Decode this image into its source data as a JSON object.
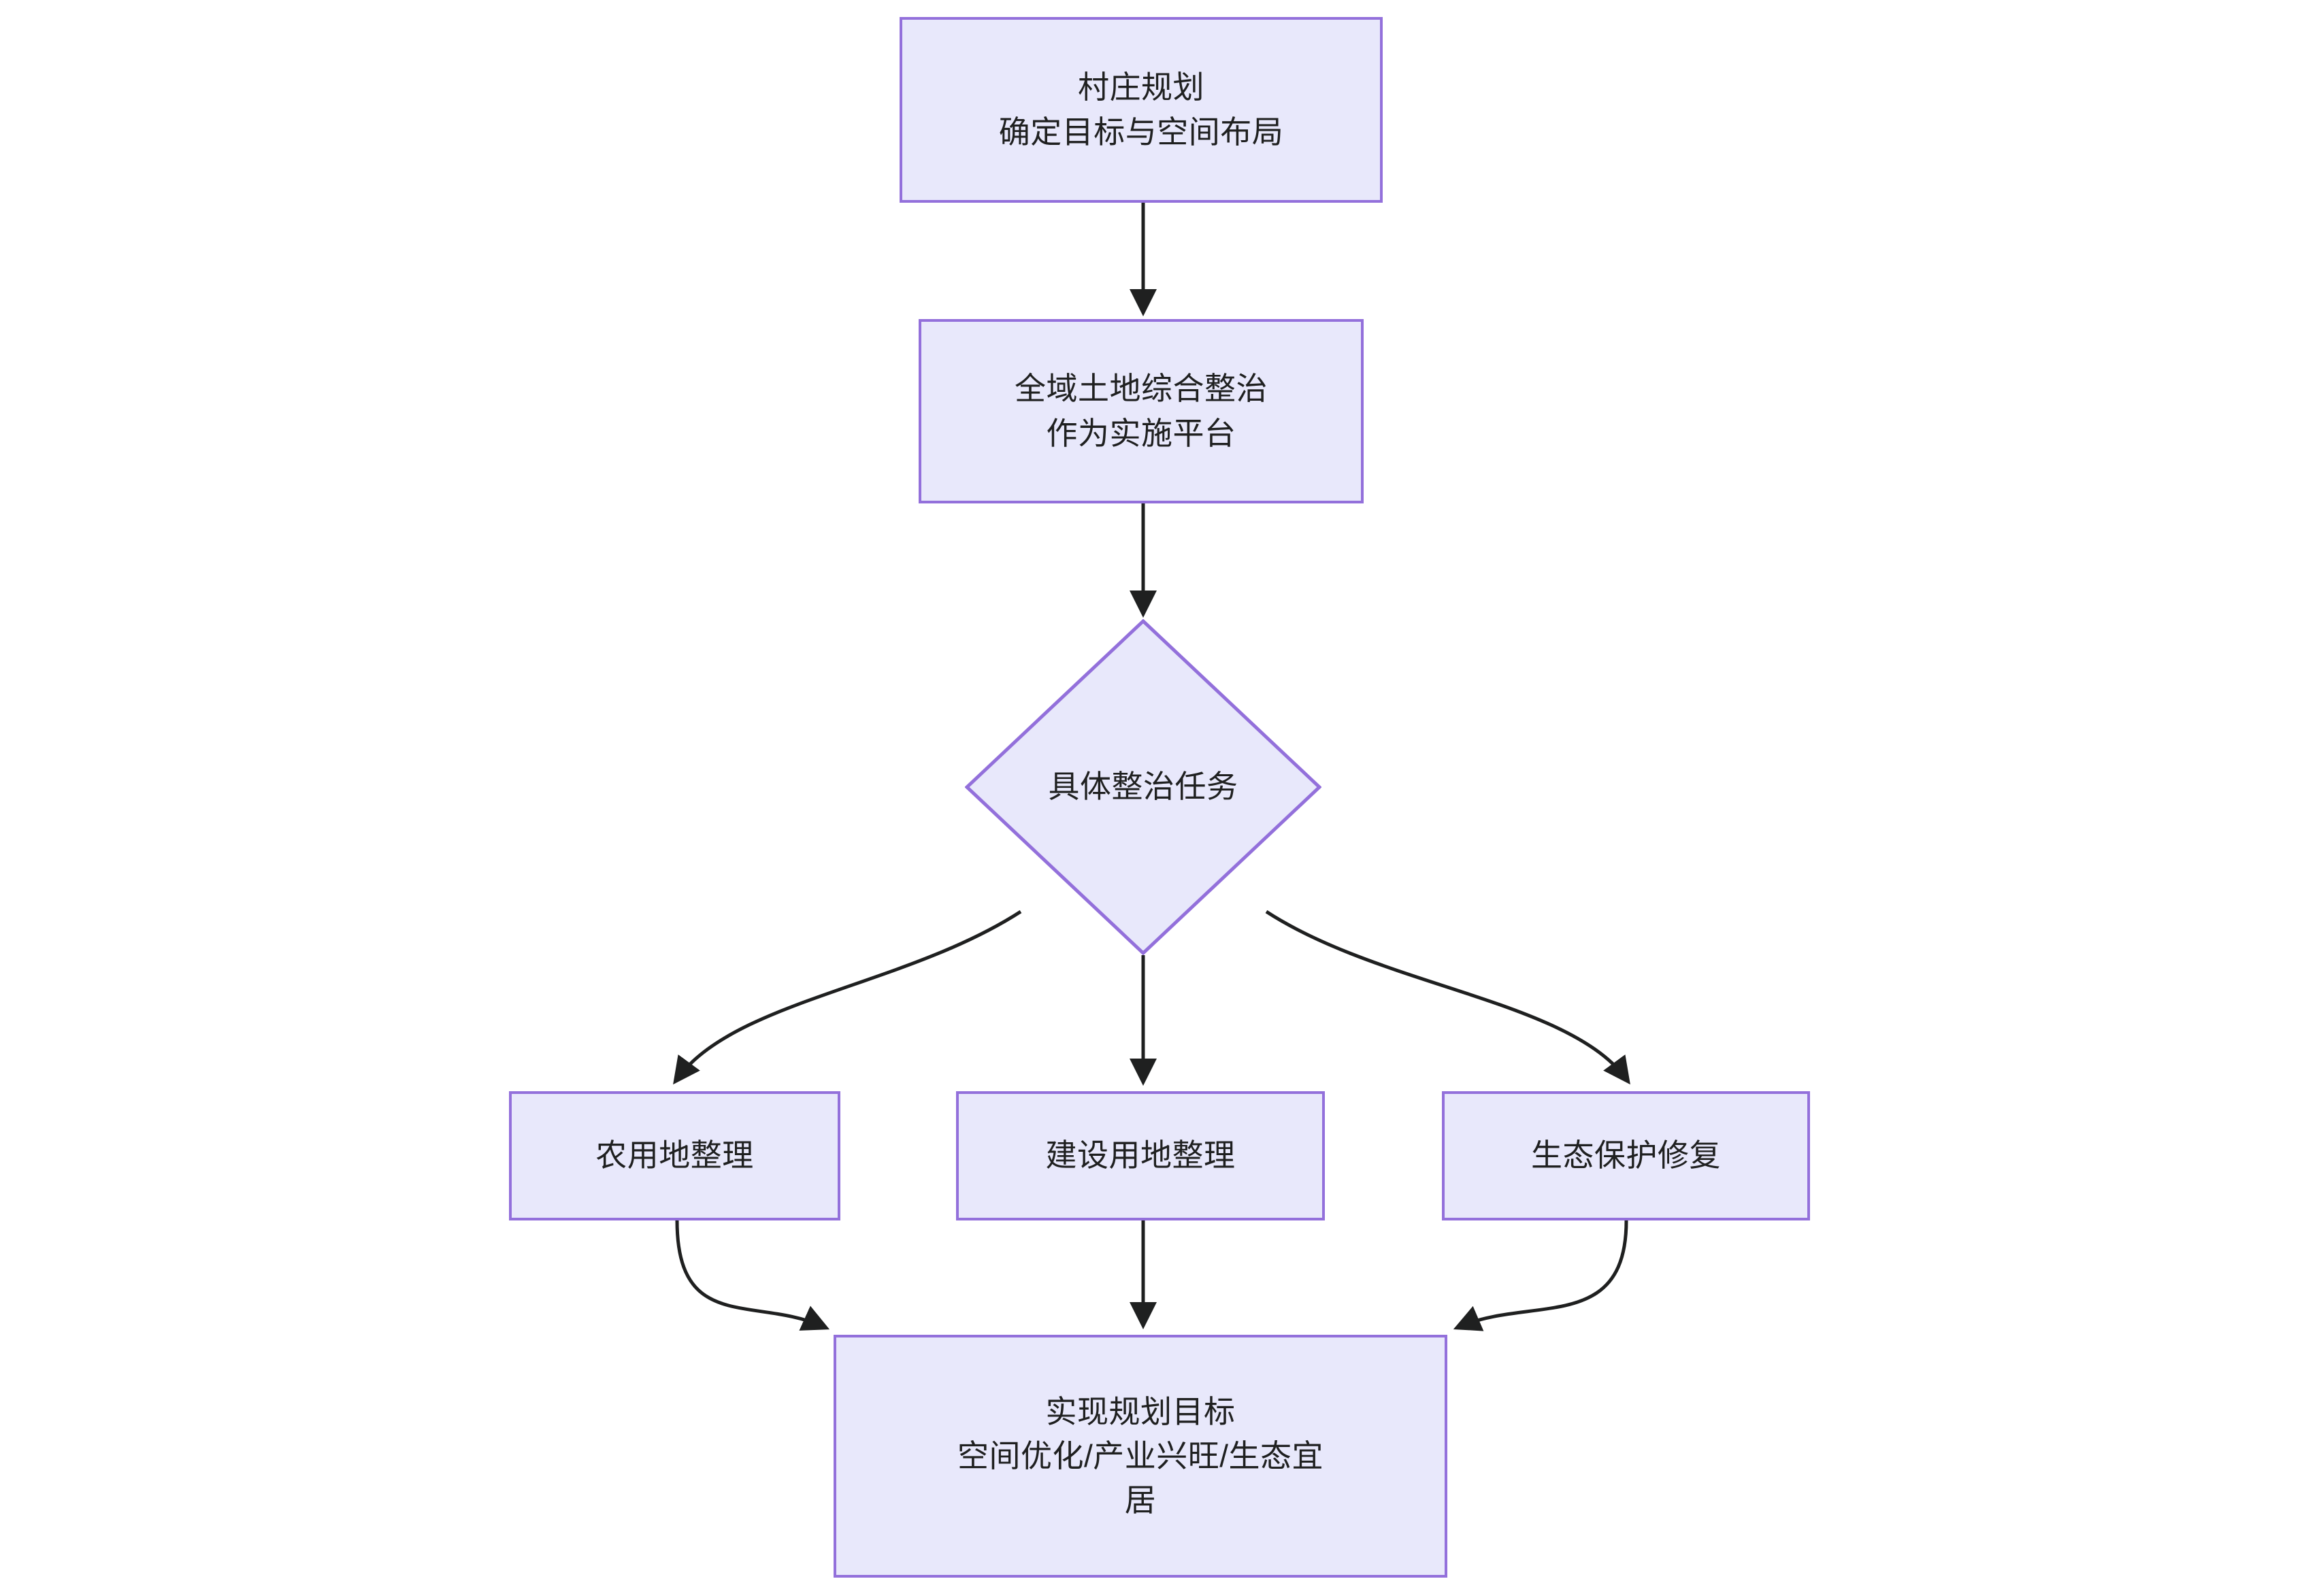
{
  "diagram": {
    "type": "flowchart",
    "direction": "top-down",
    "theme": {
      "node_fill": "#e8e8fb",
      "node_border": "#9370db",
      "edge_color": "#1f2020",
      "text_color": "#1f2020",
      "background": "#ffffff"
    },
    "nodes": [
      {
        "id": "plan",
        "shape": "rectangle",
        "label": "村庄规划\n确定目标与空间布局",
        "line1": "村庄规划",
        "line2": "确定目标与空间布局"
      },
      {
        "id": "platform",
        "shape": "rectangle",
        "label": "全域土地综合整治\n作为实施平台",
        "line1": "全域土地综合整治",
        "line2": "作为实施平台"
      },
      {
        "id": "task",
        "shape": "diamond",
        "label": "具体整治任务"
      },
      {
        "id": "farmland",
        "shape": "rectangle",
        "label": "农用地整理"
      },
      {
        "id": "construction",
        "shape": "rectangle",
        "label": "建设用地整理"
      },
      {
        "id": "ecology",
        "shape": "rectangle",
        "label": "生态保护修复"
      },
      {
        "id": "goal",
        "shape": "rectangle",
        "label": "实现规划目标\n空间优化/产业兴旺/生态宜\n居",
        "line1": "实现规划目标",
        "line2": "空间优化/产业兴旺/生态宜",
        "line3": "居"
      }
    ],
    "edges": [
      {
        "from": "plan",
        "to": "platform",
        "label": "",
        "style": "arrow"
      },
      {
        "from": "platform",
        "to": "task",
        "label": "",
        "style": "arrow"
      },
      {
        "from": "task",
        "to": "farmland",
        "label": "",
        "style": "arrow"
      },
      {
        "from": "task",
        "to": "construction",
        "label": "",
        "style": "arrow"
      },
      {
        "from": "task",
        "to": "ecology",
        "label": "",
        "style": "arrow"
      },
      {
        "from": "farmland",
        "to": "goal",
        "label": "",
        "style": "arrow"
      },
      {
        "from": "construction",
        "to": "goal",
        "label": "",
        "style": "arrow"
      },
      {
        "from": "ecology",
        "to": "goal",
        "label": "",
        "style": "arrow"
      }
    ]
  }
}
